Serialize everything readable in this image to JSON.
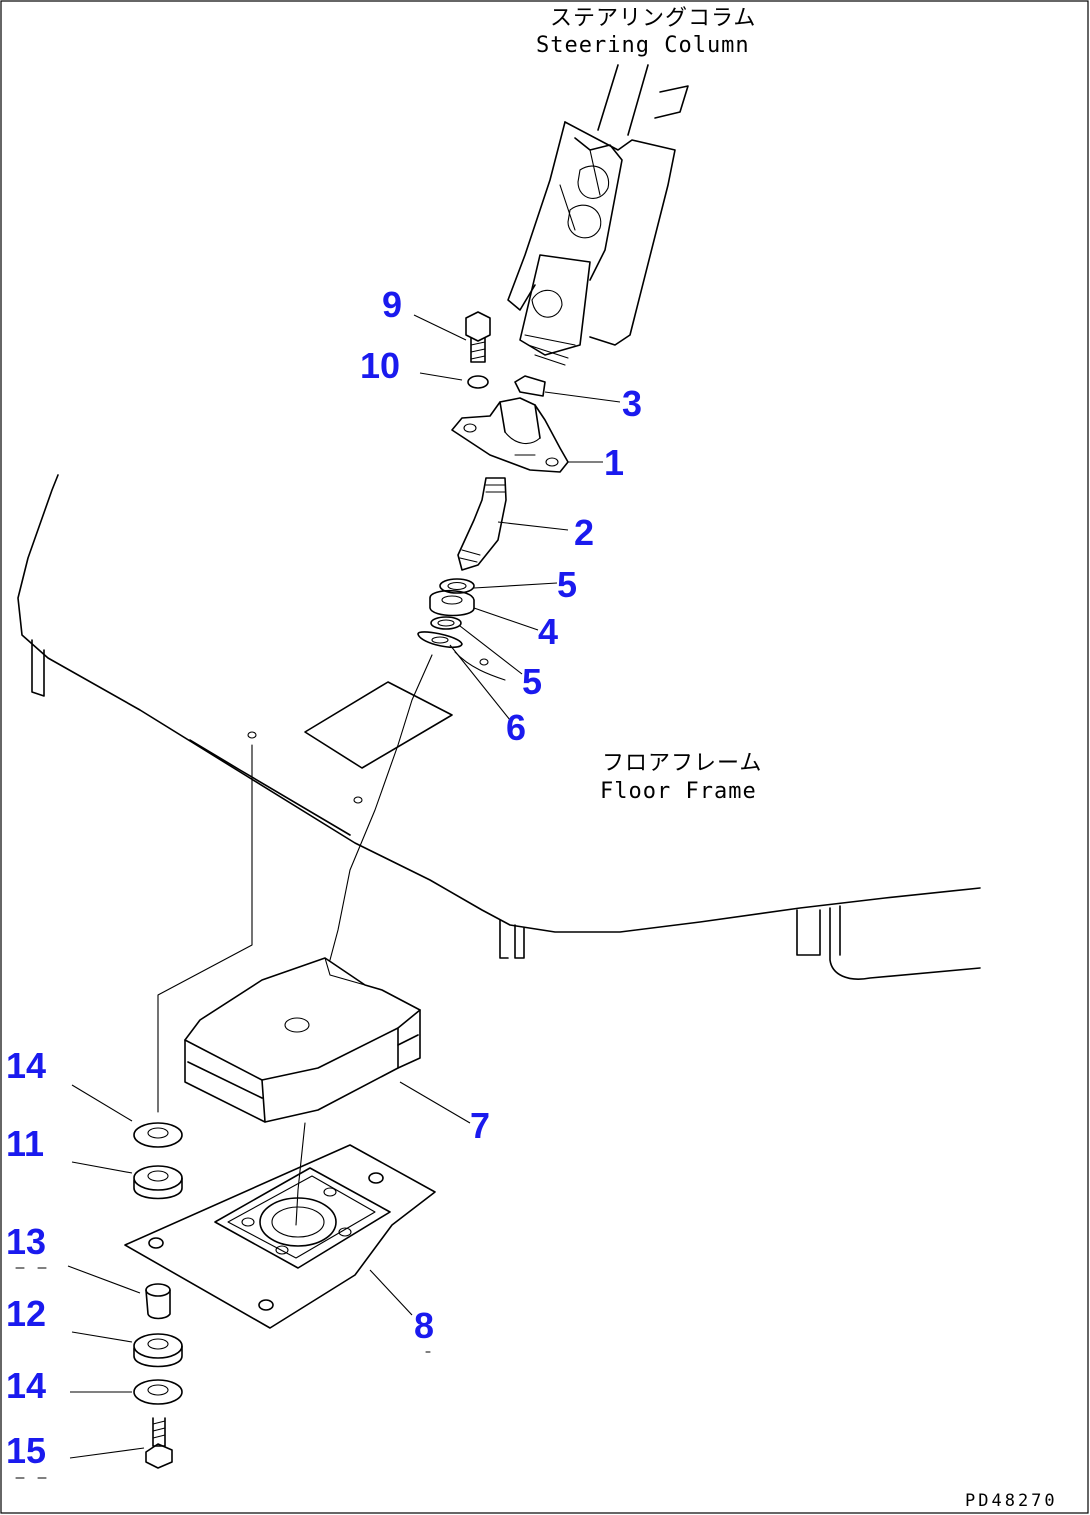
{
  "labels": {
    "steering_column_jp": "ステアリングコラム",
    "steering_column_en": "Steering Column",
    "floor_frame_jp": "フロアフレーム",
    "floor_frame_en": "Floor Frame"
  },
  "callouts": {
    "c9": "9",
    "c10": "10",
    "c3": "3",
    "c1": "1",
    "c2": "2",
    "c5a": "5",
    "c4": "4",
    "c5b": "5",
    "c6": "6",
    "c7": "7",
    "c8": "8",
    "c14a": "14",
    "c11": "11",
    "c13": "13",
    "c12": "12",
    "c14b": "14",
    "c15": "15"
  },
  "drawing_id": "PD48270",
  "colors": {
    "callout": "#1a1aee",
    "line": "#000000",
    "background": "#ffffff"
  }
}
